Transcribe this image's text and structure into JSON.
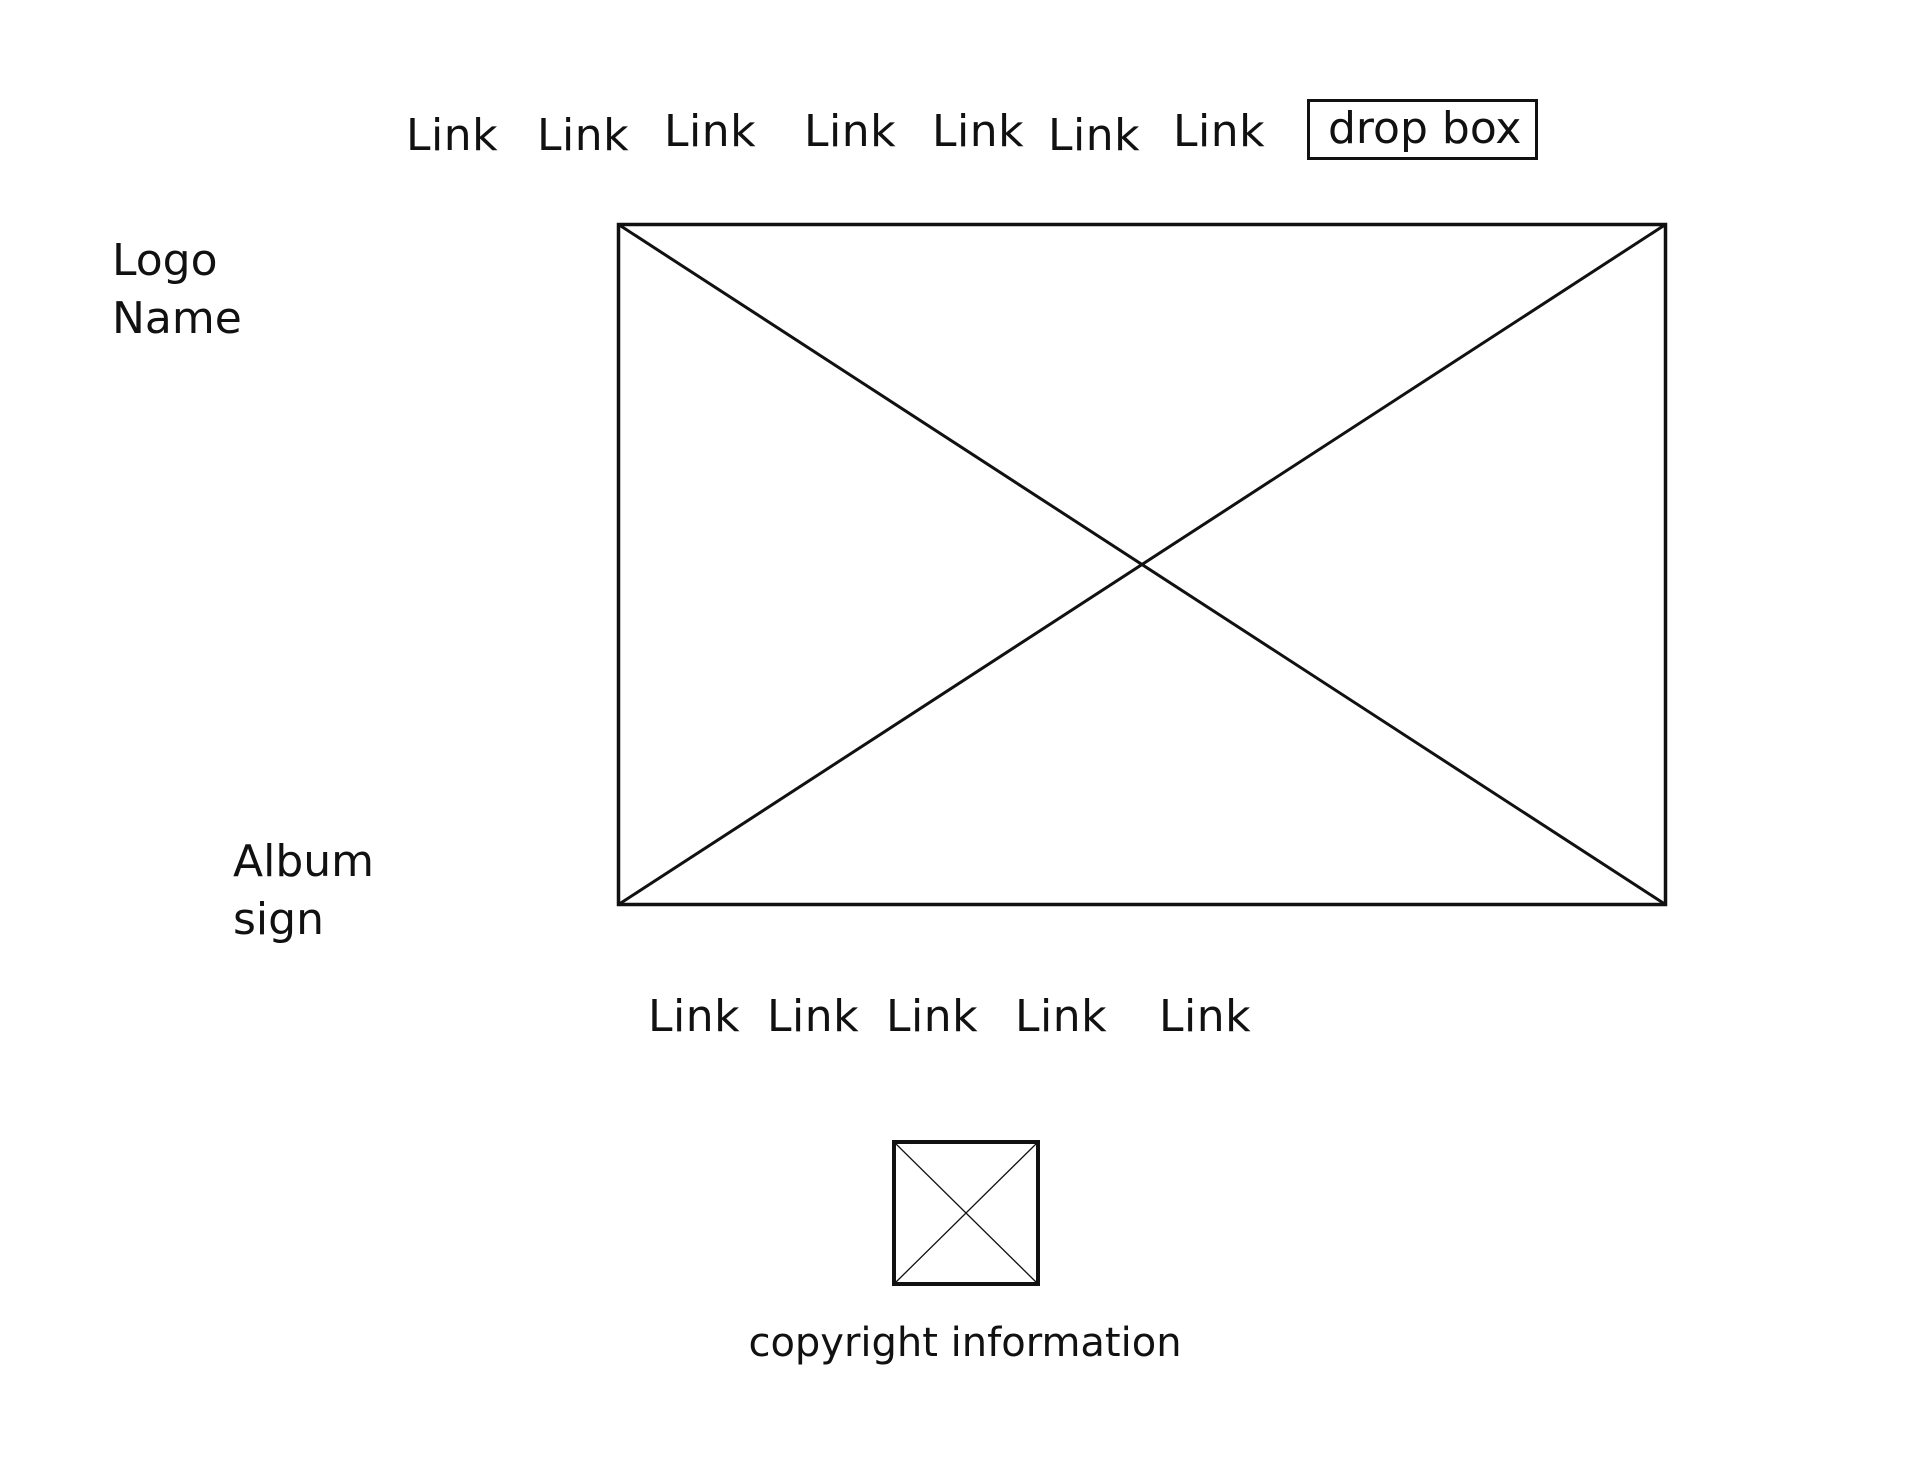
{
  "top_nav": {
    "links": [
      "Link",
      "Link",
      "Link",
      "Link",
      "Link",
      "Link",
      "Link"
    ],
    "dropdown_label": "drop box"
  },
  "logo": {
    "line1": "Logo",
    "line2": "Name"
  },
  "main_image": {
    "icon": "image-placeholder-icon"
  },
  "album": {
    "line1": "Album",
    "line2": "sign"
  },
  "bottom_nav": {
    "links": [
      "Link",
      "Link",
      "Link",
      "Link",
      "Link"
    ]
  },
  "footer": {
    "image_icon": "image-placeholder-icon",
    "copyright": "copyright information"
  }
}
